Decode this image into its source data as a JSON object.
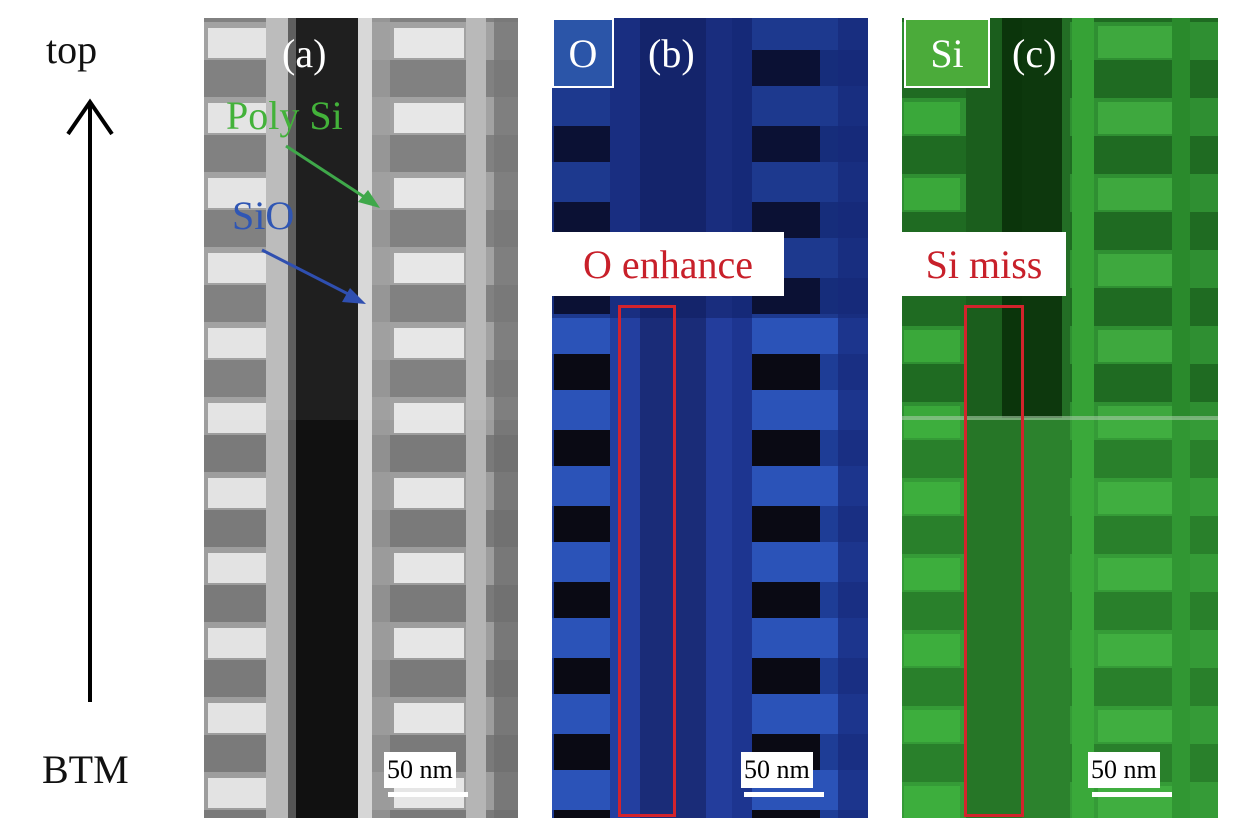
{
  "axis": {
    "top_label": "top",
    "bottom_label": "BTM"
  },
  "panels": {
    "a": {
      "letter": "(a)",
      "annotations": {
        "poly_si": {
          "text": "Poly Si",
          "color": "#43b23a"
        },
        "sio": {
          "text": "SiO",
          "color": "#2f56b4"
        }
      },
      "scale_bar": "50 nm"
    },
    "b": {
      "letter": "(b)",
      "element": {
        "text": "O",
        "color": "#2b55a8"
      },
      "callout": "O enhance",
      "scale_bar": "50 nm"
    },
    "c": {
      "letter": "(c)",
      "element": {
        "text": "Si",
        "color": "#4bab3a"
      },
      "callout": "Si miss",
      "scale_bar": "50 nm"
    }
  },
  "colors": {
    "roi_outline": "#d3232c",
    "callout_text": "#c8202a"
  }
}
